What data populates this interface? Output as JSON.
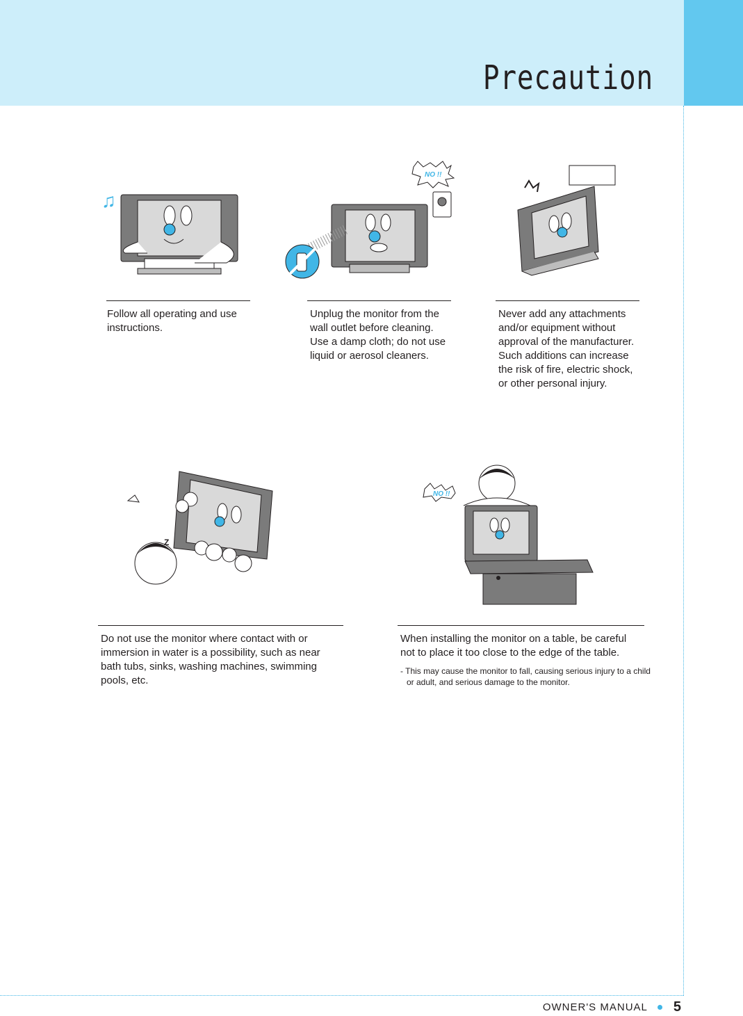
{
  "header": {
    "title": "Precaution"
  },
  "items": [
    {
      "caption": "Follow all operating and use instructions.",
      "icon": "music-note-icon"
    },
    {
      "caption": "Unplug the monitor from the wall outlet before cleaning. Use a damp cloth; do not use liquid or aerosol cleaners.",
      "badge": "NO !!",
      "icon": "spray-bottle-icon"
    },
    {
      "caption": "Never add any attachments and/or equipment without approval of the manufacturer. Such additions can increase the risk of fire, electric shock, or other personal injury."
    },
    {
      "caption": "Do not use the monitor where contact with or immersion in water is a possibility, such as near bath tubs, sinks, washing machines, swimming pools, etc."
    },
    {
      "caption": "When installing the monitor on a table, be careful not to place it too close to the edge of the table.",
      "note": "- This may cause the monitor to fall, causing serious  injury to a child or adult, and serious damage to the monitor.",
      "badge": "NO !!"
    }
  ],
  "footer": {
    "manual": "OWNER'S MANUAL",
    "page": "5"
  },
  "colors": {
    "accent": "#41b6e6",
    "header_light": "#cdeefa",
    "header_tab": "#62c8ef"
  }
}
